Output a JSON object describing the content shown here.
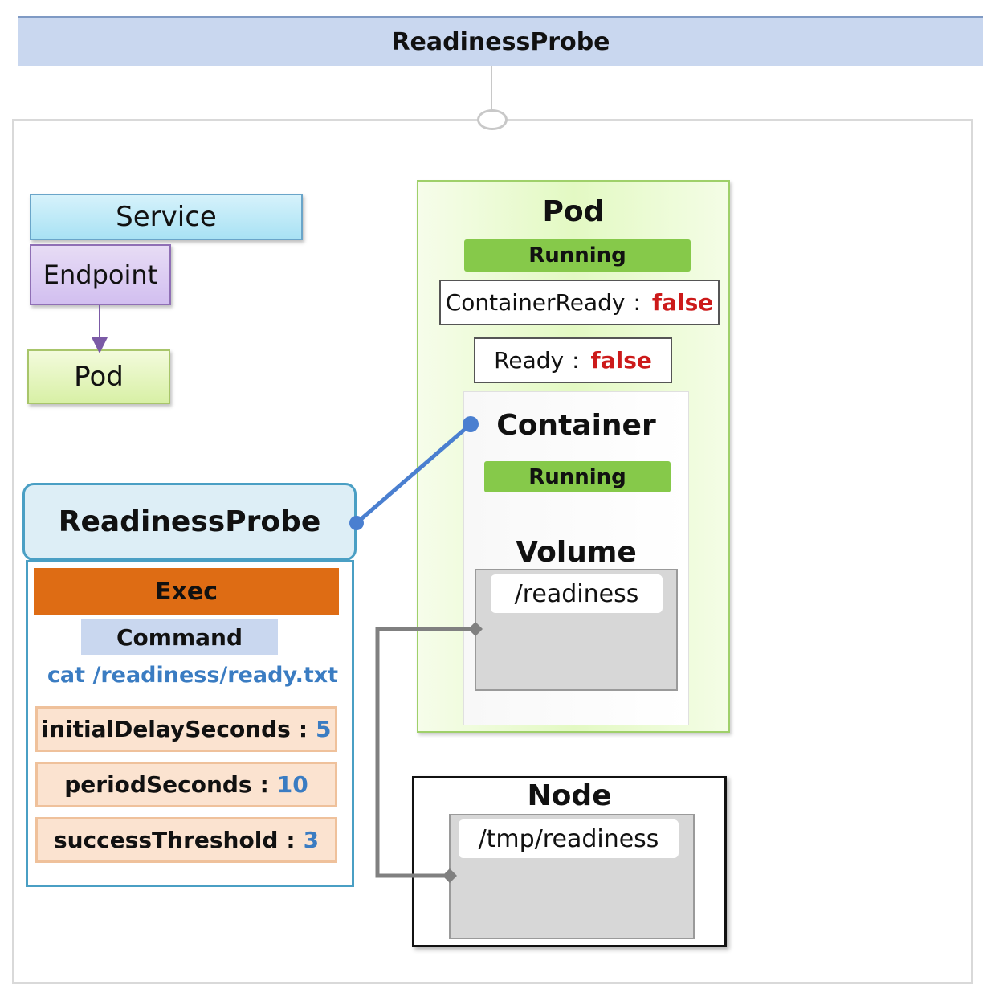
{
  "header": {
    "title": "ReadinessProbe"
  },
  "legend": {
    "service": "Service",
    "endpoint": "Endpoint",
    "pod": "Pod"
  },
  "pod": {
    "title": "Pod",
    "status": "Running",
    "container_ready_label": "ContainerReady",
    "container_ready_value": "false",
    "ready_label": "Ready",
    "ready_value": "false",
    "separator": ":"
  },
  "container": {
    "title": "Container",
    "status": "Running",
    "volume_title": "Volume",
    "volume_path": "/readiness"
  },
  "node": {
    "title": "Node",
    "path": "/tmp/readiness"
  },
  "probe": {
    "title": "ReadinessProbe",
    "handler": "Exec",
    "command_label": "Command",
    "command": "cat /readiness/ready.txt",
    "params": [
      {
        "name": "initialDelaySeconds",
        "value": "5"
      },
      {
        "name": "periodSeconds",
        "value": "10"
      },
      {
        "name": "successThreshold",
        "value": "3"
      }
    ]
  },
  "colors": {
    "header_bg": "#c9d7ef",
    "running_green": "#86c94a",
    "false_red": "#cc1a1a",
    "exec_orange": "#de6c14",
    "probe_blue": "#4a9fc4",
    "value_blue": "#3a7cc2"
  }
}
